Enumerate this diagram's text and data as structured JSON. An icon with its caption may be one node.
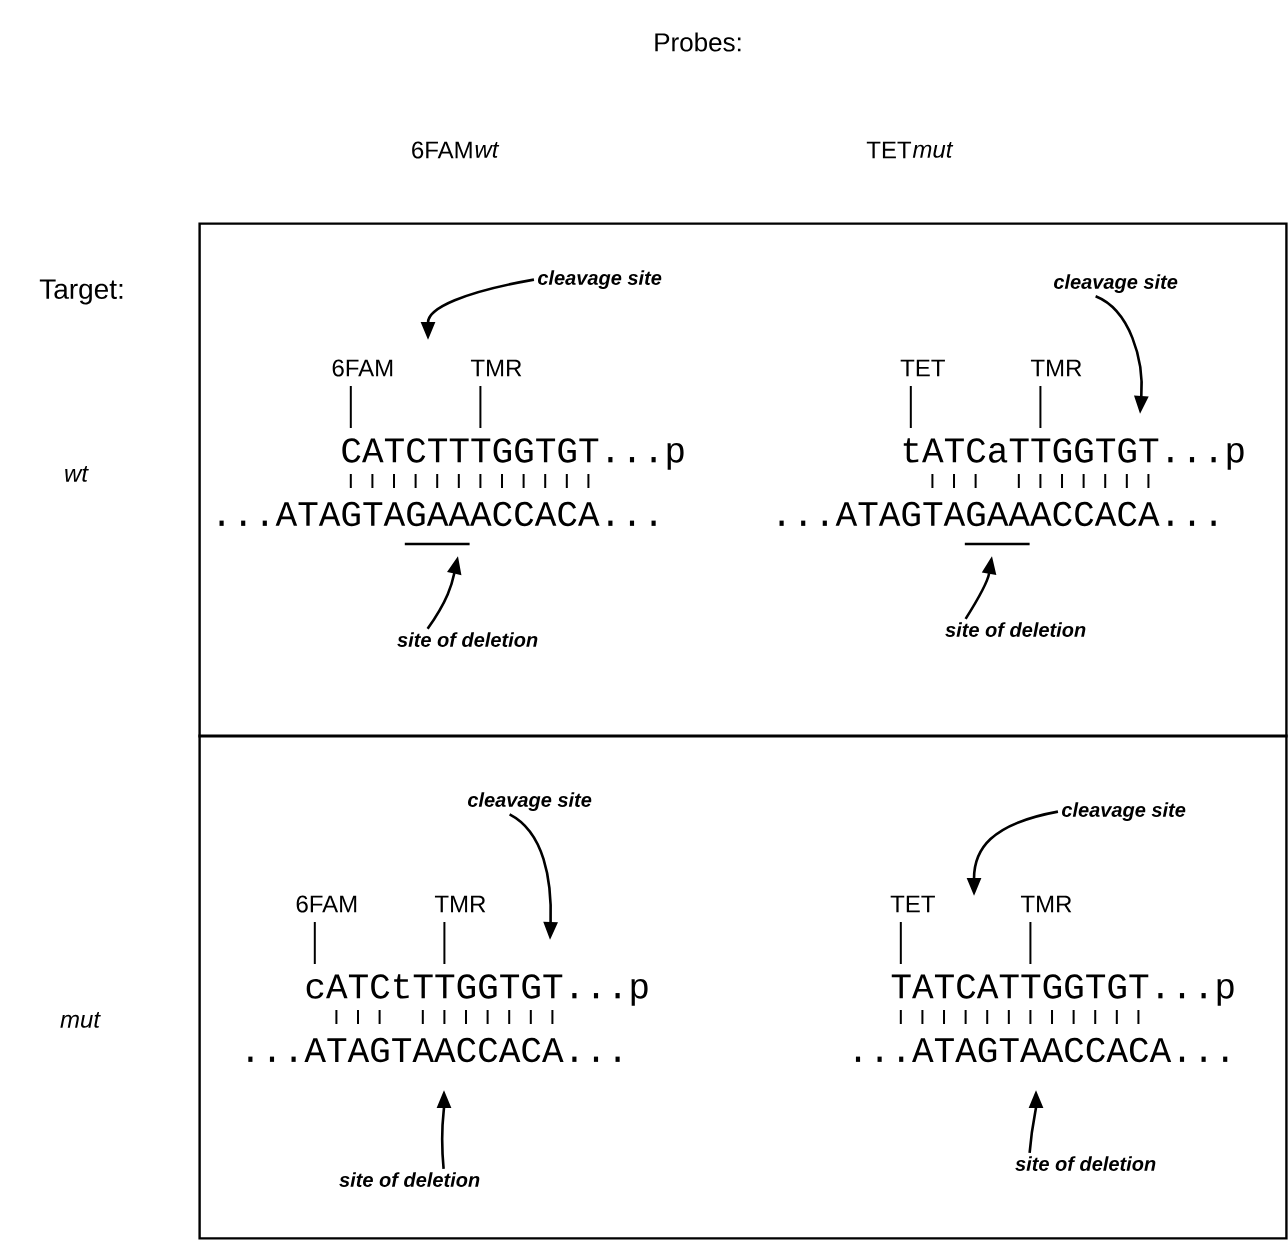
{
  "diagram": {
    "nodes": [
      {
        "text": [],
        "shape": "box"
      },
      {
        "text": [],
        "shape": "box"
      },
      {
        "text": [
          "cleavage site"
        ],
        "in": 0
      },
      {
        "text": [
          "site of deletion"
        ],
        "in": 0
      },
      {
        "text": [
          "cleavage site"
        ],
        "in": 0
      },
      {
        "text": [
          "site of deletion"
        ],
        "in": 0
      },
      {
        "text": [
          "cleavage site"
        ],
        "in": 1
      },
      {
        "text": [
          "site of deletion"
        ],
        "in": 1
      },
      {
        "text": [
          "cleavage site"
        ],
        "in": 1
      },
      {
        "text": [
          "site of deletion"
        ],
        "in": 1
      }
    ],
    "edges": [
      {
        "from": 2,
        "to": null,
        "arrow": "to"
      },
      {
        "from": 3,
        "to": null,
        "arrow": "to"
      },
      {
        "from": 4,
        "to": null,
        "arrow": "to"
      },
      {
        "from": 5,
        "to": null,
        "arrow": "to"
      },
      {
        "from": 6,
        "to": null,
        "arrow": "to"
      },
      {
        "from": 7,
        "to": null,
        "arrow": "to"
      },
      {
        "from": 8,
        "to": null,
        "arrow": "to"
      },
      {
        "from": 9,
        "to": null,
        "arrow": "to"
      }
    ],
    "labels": [
      "Probes:",
      "6FAM",
      "wt",
      "TET",
      "mut",
      "Target:",
      "wt",
      "6FAM",
      "TMR",
      "CATCTTTGGTGT...p",
      "...ATAGTAGAAACCACA...",
      "TET",
      "TMR",
      "tATCaTTGGTGT...p",
      "...ATAGTAGAAACCACA...",
      "mut",
      "6FAM",
      "TMR",
      "cATCtTTGGTGT...p",
      "...ATAGTAACCACA...",
      "TET",
      "TMR",
      "TATCATTGGTGT...p",
      "...ATAGTAACCACA..."
    ]
  }
}
